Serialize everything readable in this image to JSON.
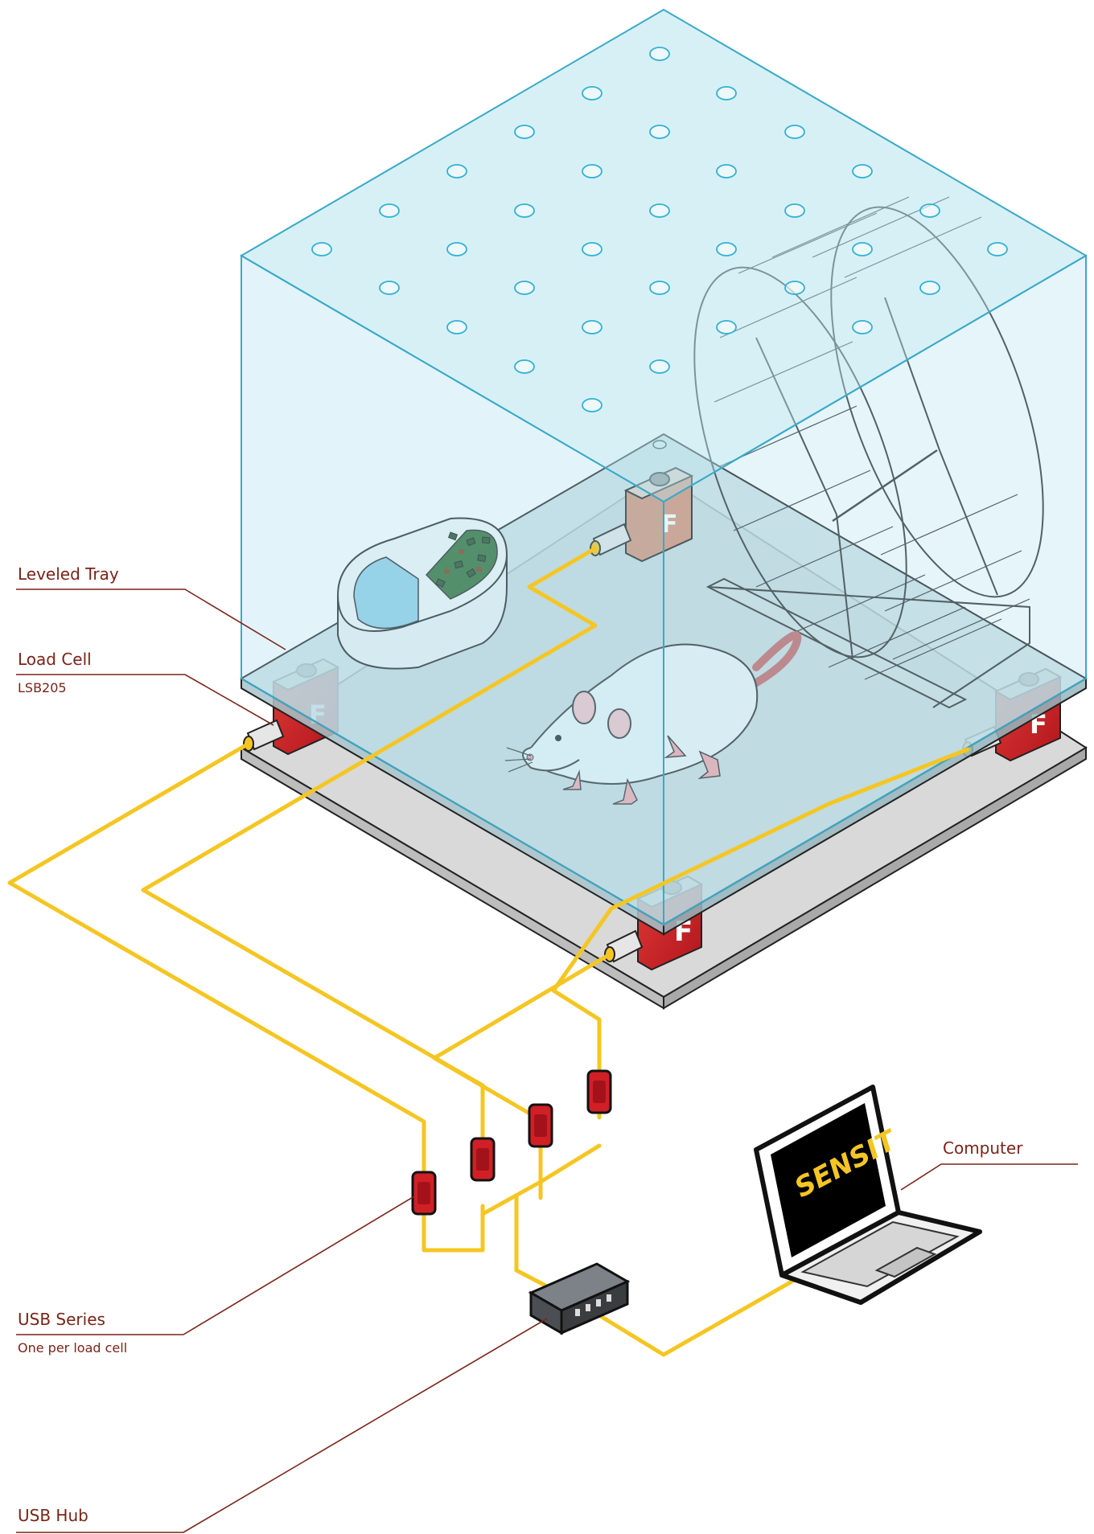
{
  "labels": {
    "leveled_tray": "Leveled Tray",
    "load_cell": "Load Cell",
    "load_cell_model": "LSB205",
    "usb_series": "USB Series",
    "usb_series_note": "One per load cell",
    "usb_hub": "USB Hub",
    "computer": "Computer",
    "screen_logo": "SENSIT",
    "cell_logo": "F"
  },
  "colors": {
    "label_text": "#7a2418",
    "leader_line": "#7a2418",
    "cable": "#f5c623",
    "load_cell_red": "#d11f26",
    "enclosure": "#9fdcec",
    "tray": "#c9dde2",
    "base_plate": "#dcdcdc",
    "hub": "#555a5e",
    "laptop_screen": "#000000"
  },
  "icons": {
    "rat": "rat-illustration",
    "wheel": "exercise-wheel",
    "feeder": "food-and-water-dish",
    "laptop": "laptop-icon",
    "hub": "usb-hub-icon",
    "usb_device": "usb-dongle-icon",
    "load_cell": "load-cell-icon"
  }
}
